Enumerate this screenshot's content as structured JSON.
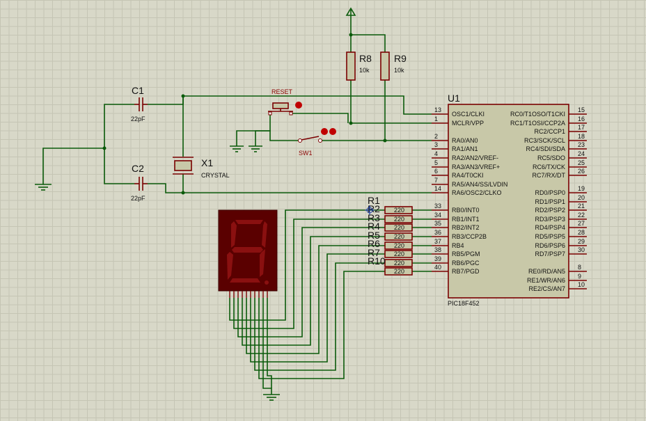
{
  "mcu": {
    "ref": "U1",
    "part": "PIC18F452",
    "left_pins": [
      {
        "num": "13",
        "name": "OSC1/CLKI"
      },
      {
        "num": "1",
        "name": "MCLR/VPP"
      },
      {
        "num": "2",
        "name": "RA0/AN0"
      },
      {
        "num": "3",
        "name": "RA1/AN1"
      },
      {
        "num": "4",
        "name": "RA2/AN2/VREF-"
      },
      {
        "num": "5",
        "name": "RA3/AN3/VREF+"
      },
      {
        "num": "6",
        "name": "RA4/T0CKI"
      },
      {
        "num": "7",
        "name": "RA5/AN4/SS/LVDIN"
      },
      {
        "num": "14",
        "name": "RA6/OSC2/CLKO"
      },
      {
        "num": "33",
        "name": "RB0/INT0"
      },
      {
        "num": "34",
        "name": "RB1/INT1"
      },
      {
        "num": "35",
        "name": "RB2/INT2"
      },
      {
        "num": "36",
        "name": "RB3/CCP2B"
      },
      {
        "num": "37",
        "name": "RB4"
      },
      {
        "num": "38",
        "name": "RB5/PGM"
      },
      {
        "num": "39",
        "name": "RB6/PGC"
      },
      {
        "num": "40",
        "name": "RB7/PGD"
      }
    ],
    "right_pins": [
      {
        "num": "15",
        "name": "RC0/T1OSO/T1CKI"
      },
      {
        "num": "16",
        "name": "RC1/T1OSI/CCP2A"
      },
      {
        "num": "17",
        "name": "RC2/CCP1"
      },
      {
        "num": "18",
        "name": "RC3/SCK/SCL"
      },
      {
        "num": "23",
        "name": "RC4/SDI/SDA"
      },
      {
        "num": "24",
        "name": "RC5/SDO"
      },
      {
        "num": "25",
        "name": "RC6/TX/CK"
      },
      {
        "num": "26",
        "name": "RC7/RX/DT"
      },
      {
        "num": "19",
        "name": "RD0/PSP0"
      },
      {
        "num": "20",
        "name": "RD1/PSP1"
      },
      {
        "num": "21",
        "name": "RD2/PSP2"
      },
      {
        "num": "22",
        "name": "RD3/PSP3"
      },
      {
        "num": "27",
        "name": "RD4/PSP4"
      },
      {
        "num": "28",
        "name": "RD5/PSP5"
      },
      {
        "num": "29",
        "name": "RD6/PSP6"
      },
      {
        "num": "30",
        "name": "RD7/PSP7"
      },
      {
        "num": "8",
        "name": "RE0/RD/AN5"
      },
      {
        "num": "9",
        "name": "RE1/WR/AN6"
      },
      {
        "num": "10",
        "name": "RE2/CS/AN7"
      }
    ]
  },
  "components": {
    "c1": {
      "ref": "C1",
      "value": "22pF"
    },
    "c2": {
      "ref": "C2",
      "value": "22pF"
    },
    "x1": {
      "ref": "X1",
      "value": "CRYSTAL"
    },
    "r8": {
      "ref": "R8",
      "value": "10k"
    },
    "r9": {
      "ref": "R9",
      "value": "10k"
    },
    "reset": {
      "ref": "RESET"
    },
    "sw1": {
      "ref": "SW1"
    }
  },
  "resistor_bank": [
    {
      "ref": "R1",
      "value": "220"
    },
    {
      "ref": "R2",
      "value": "220"
    },
    {
      "ref": "R3",
      "value": "220"
    },
    {
      "ref": "R4",
      "value": "220"
    },
    {
      "ref": "R5",
      "value": "220"
    },
    {
      "ref": "R6",
      "value": "220"
    },
    {
      "ref": "R7",
      "value": "220"
    },
    {
      "ref": "R10",
      "value": "220"
    }
  ],
  "colors": {
    "wire": "#0a5a0a",
    "component": "#7a0000",
    "chip_body": "#c8c8a8",
    "display_body": "#5a0000",
    "segment": "#8a1010",
    "grid_background": "#d8d8c8"
  }
}
